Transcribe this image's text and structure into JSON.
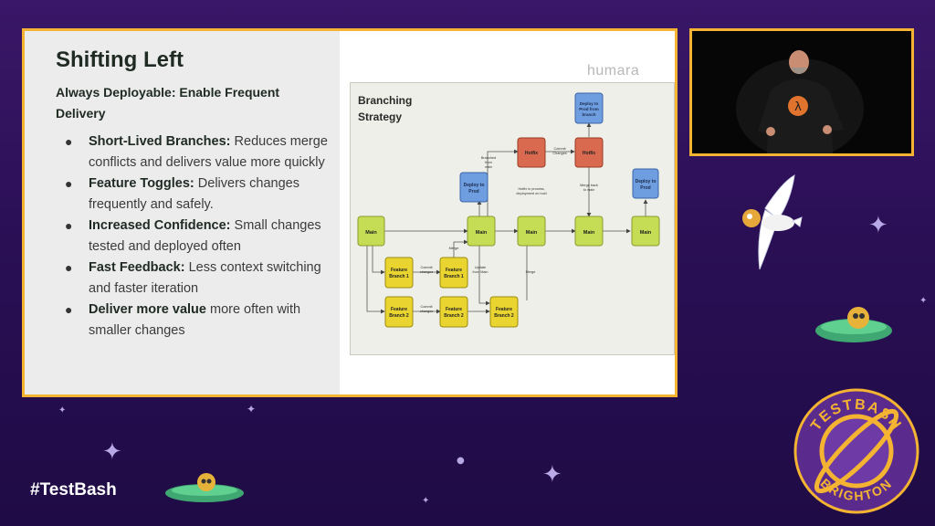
{
  "slide": {
    "title": "Shifting Left",
    "subtitle": "Always Deployable: Enable Frequent Delivery",
    "logo": "humara",
    "bullets": [
      {
        "bold": "Short-Lived Branches:",
        "text": " Reduces merge conflicts and delivers value more quickly"
      },
      {
        "bold": "Feature Toggles:",
        "text": " Delivers changes frequently and safely."
      },
      {
        "bold": "Increased Confidence:",
        "text": " Small changes tested and deployed often"
      },
      {
        "bold": "Fast Feedback:",
        "text": " Less context switching and faster iteration"
      },
      {
        "bold": "Deliver more value",
        "text": " more often with smaller changes"
      }
    ]
  },
  "diagram": {
    "title_line1": "Branching",
    "title_line2": "Strategy",
    "main_label": "Main",
    "feature_branch1_l1": "Feature",
    "feature_branch1_l2": "Branch 1",
    "feature_branch2_l1": "Feature",
    "feature_branch2_l2": "Branch 2",
    "deploy_l1": "Deploy to",
    "deploy_l2": "Prod",
    "hotfix": "Hotfix",
    "deploy_branch_l1": "Deploy to",
    "deploy_branch_l2": "Prod from",
    "deploy_branch_l3": "branch",
    "commit_changes_l1": "Commit",
    "commit_changes_l2": "changes",
    "commit_changes_cap_l2": "Changes",
    "merge": "Merge",
    "update_l1": "Update",
    "update_l2": "from Main",
    "branched_l1": "Branched",
    "branched_l2": "from",
    "branched_l3": "main",
    "hotfix_process_l1": "Hotfix in process,",
    "hotfix_process_l2": "deployment on hold",
    "merge_back_l1": "Merge back",
    "merge_back_l2": "to main",
    "colors": {
      "main": "#c5dd55",
      "feature": "#ead530",
      "deploy": "#6f9ee0",
      "hotfix": "#d96a4f"
    }
  },
  "footer": {
    "hashtag": "#TestBash"
  },
  "badge": {
    "top_text": "TESTBASH",
    "bottom_text": "BRIGHTON"
  },
  "icons": [
    "sparkle-star-icon",
    "seagull-mascot-icon",
    "ufo-icon",
    "planet-badge-icon"
  ]
}
